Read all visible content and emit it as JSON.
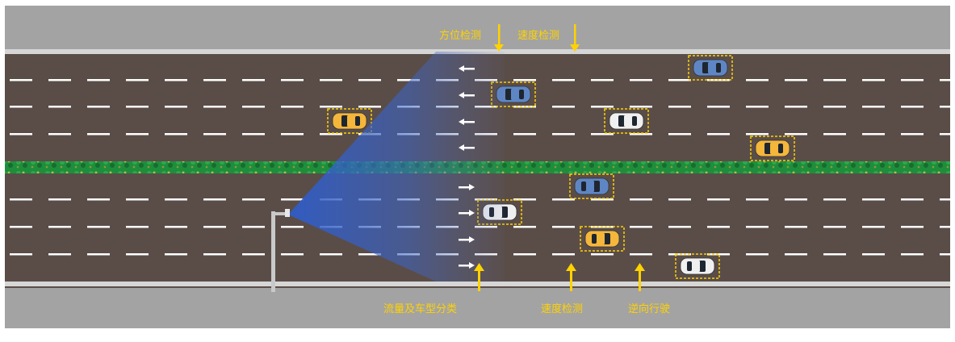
{
  "labels": {
    "azimuth_detection": "方位检测",
    "speed_detection_top": "速度检测",
    "flow_and_type": "流量及车型分类",
    "speed_detection_bottom": "速度检测",
    "wrong_way": "逆向行驶"
  },
  "colors": {
    "road": "#5a4d48",
    "shoulder": "#a3a3a3",
    "edge_line": "#d6d6d6",
    "lane_mark": "#ffffff",
    "median": "#1c8a3a",
    "annotation": "#ffd200",
    "radar_beam": "#3a64c8",
    "car_yellow": "#f4b63b",
    "car_blue": "#5f86c4",
    "car_white": "#f0f0f0"
  },
  "vehicles": [
    {
      "id": "blue-1",
      "color": "blue",
      "direction": "left",
      "lane": "upper-1"
    },
    {
      "id": "blue-2",
      "color": "blue",
      "direction": "left",
      "lane": "upper-2"
    },
    {
      "id": "yellow-1",
      "color": "yellow",
      "direction": "left",
      "lane": "upper-3"
    },
    {
      "id": "white-1",
      "color": "white",
      "direction": "left",
      "lane": "upper-3"
    },
    {
      "id": "yellow-2",
      "color": "yellow",
      "direction": "left",
      "lane": "upper-4"
    },
    {
      "id": "blue-3",
      "color": "blue",
      "direction": "right",
      "lane": "lower-1"
    },
    {
      "id": "white-2",
      "color": "white",
      "direction": "right",
      "lane": "lower-2"
    },
    {
      "id": "yellow-3",
      "color": "yellow",
      "direction": "right",
      "lane": "lower-3"
    },
    {
      "id": "white-3",
      "color": "white",
      "direction": "right",
      "lane": "lower-4"
    }
  ]
}
